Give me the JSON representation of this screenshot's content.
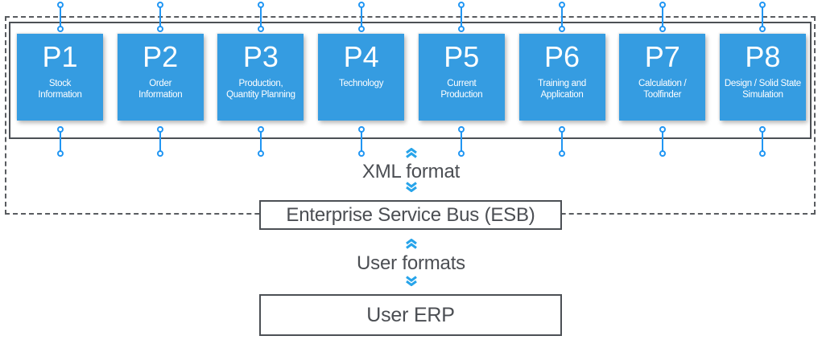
{
  "colors": {
    "box_blue": "#359CE1",
    "pin_blue": "#2196F3",
    "chevron_blue": "#27A4EA",
    "border_dark": "#4C5055",
    "text_dark": "#4B4E53"
  },
  "processes": [
    {
      "id": "P1",
      "label": "Stock\nInformation"
    },
    {
      "id": "P2",
      "label": "Order\nInformation"
    },
    {
      "id": "P3",
      "label": "Production,\nQuantity Planning"
    },
    {
      "id": "P4",
      "label": "Technology"
    },
    {
      "id": "P5",
      "label": "Current\nProduction"
    },
    {
      "id": "P6",
      "label": "Training and\nApplication"
    },
    {
      "id": "P7",
      "label": "Calculation /\nToolfinder"
    },
    {
      "id": "P8",
      "label": "Design / Solid State\nSimulation"
    }
  ],
  "flow": {
    "xml_format": "XML format",
    "esb": "Enterprise Service Bus (ESB)",
    "user_formats": "User formats",
    "user_erp": "User ERP"
  }
}
